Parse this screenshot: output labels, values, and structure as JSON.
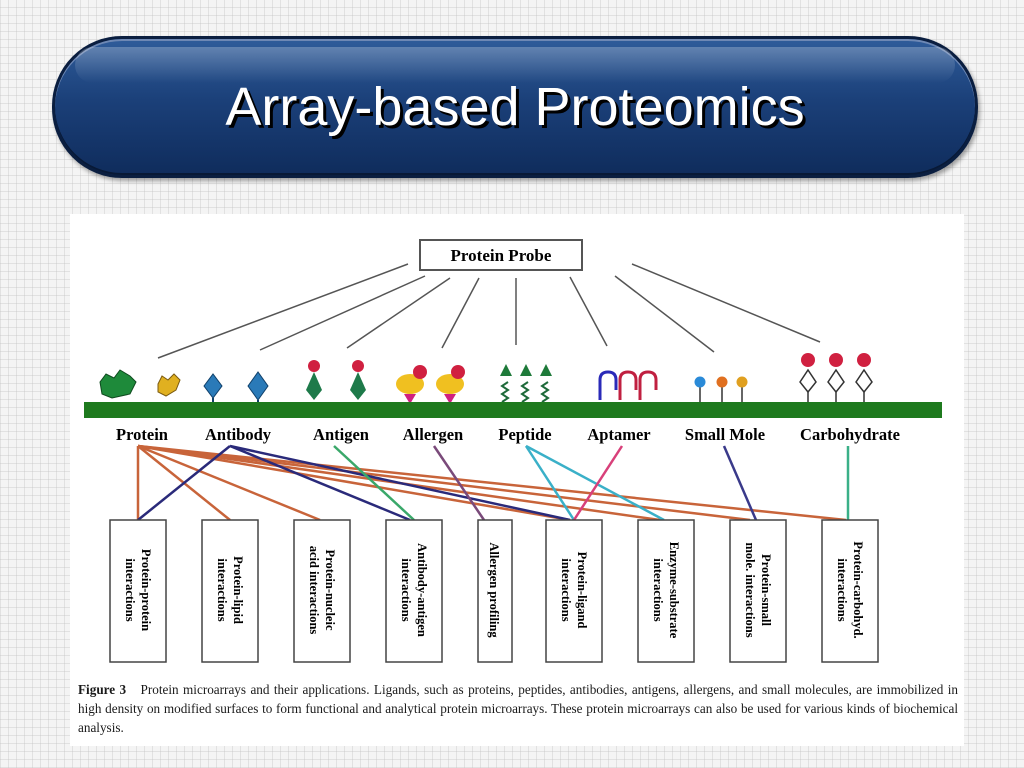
{
  "slide": {
    "title": "Array-based Proteomics"
  },
  "figure": {
    "probe_label": "Protein Probe",
    "ligands": [
      {
        "id": "protein",
        "label": "Protein"
      },
      {
        "id": "antibody",
        "label": "Antibody"
      },
      {
        "id": "antigen",
        "label": "Antigen"
      },
      {
        "id": "allergen",
        "label": "Allergen"
      },
      {
        "id": "peptide",
        "label": "Peptide"
      },
      {
        "id": "aptamer",
        "label": "Aptamer"
      },
      {
        "id": "smallmole",
        "label": "Small Mole"
      },
      {
        "id": "carbohydrate",
        "label": "Carbohydrate"
      }
    ],
    "applications": [
      {
        "id": "pp",
        "line1": "Protein-protein",
        "line2": "interactions"
      },
      {
        "id": "pl",
        "line1": "Protein-lipid",
        "line2": "interactions"
      },
      {
        "id": "pn",
        "line1": "Protein-nucleic",
        "line2": "acid interactions"
      },
      {
        "id": "aa",
        "line1": "Antibody-antigen",
        "line2": "interactions"
      },
      {
        "id": "ap",
        "line1": "Allergen profiling",
        "line2": ""
      },
      {
        "id": "plig",
        "line1": "Protein-ligand",
        "line2": "interactions"
      },
      {
        "id": "es",
        "line1": "Enzyme-substrate",
        "line2": "interactions"
      },
      {
        "id": "psm",
        "line1": "Protein-small",
        "line2": "mole. interactions"
      },
      {
        "id": "pc",
        "line1": "Protein-carbohyd.",
        "line2": "interactions"
      }
    ],
    "caption_label": "Figure 3",
    "caption_text": "Protein microarrays and their applications. Ligands, such as proteins, peptides, antibodies, antigens, allergens, and small molecules, are immobilized in high density on modified surfaces to form functional and analytical protein microarrays. These protein microarrays can also be used for various kinds of biochemical analysis.",
    "colors": {
      "surface": "#1e7a1e",
      "protein_links": "#c8643a",
      "antibody_links": "#2a2a7a",
      "antigen_link": "#3aa86a",
      "allergen_link": "#7a4a7a",
      "peptide_links": "#3ab0c8",
      "aptamer_link": "#d8407a",
      "smallmole_link": "#3a3a8a",
      "carbohydrate_link": "#3ab088"
    }
  }
}
